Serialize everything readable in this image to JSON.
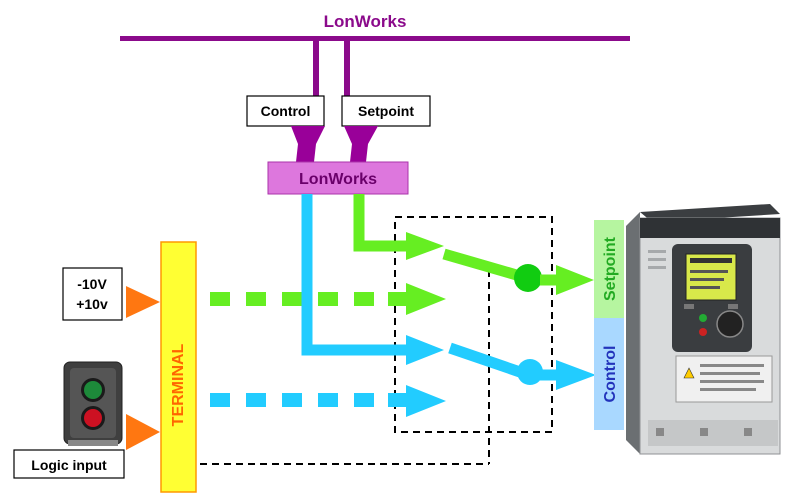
{
  "bus": {
    "title": "LonWorks",
    "color": "#8b0a8b"
  },
  "inputs": {
    "control_label": "Control",
    "setpoint_label": "Setpoint"
  },
  "lonworks_block": {
    "label": "LonWorks",
    "color": "#dd77dd"
  },
  "terminal": {
    "label": "TERMINAL",
    "fill": "#ffff33",
    "text_color": "#ff6600"
  },
  "analog_input": {
    "line1": "-10V",
    "line2": "+10v"
  },
  "logic_input": {
    "label": "Logic input"
  },
  "drive_inputs": {
    "setpoint_label": "Setpoint",
    "setpoint_text_color": "#22aa22",
    "setpoint_fill": "#b6f5a0",
    "control_label": "Control",
    "control_text_color": "#2233bb",
    "control_fill": "#a9d8ff"
  },
  "colors": {
    "green_path": "#66ee22",
    "blue_path": "#22ccff",
    "arrow_orange": "#ff7711"
  }
}
